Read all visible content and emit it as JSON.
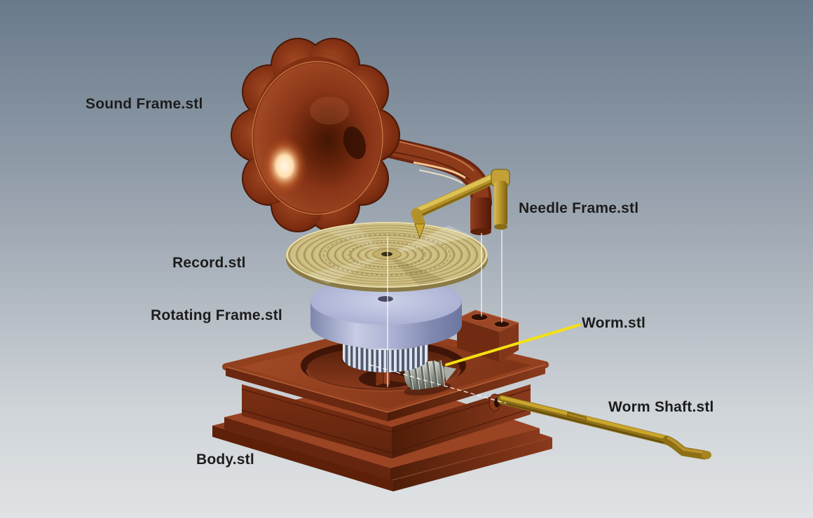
{
  "labels": {
    "sound_frame": "Sound Frame.stl",
    "needle_frame": "Needle Frame.stl",
    "record": "Record.stl",
    "rotating_frame": "Rotating Frame.stl",
    "worm": "Worm.stl",
    "worm_shaft": "Worm Shaft.stl",
    "body": "Body.stl"
  },
  "colors": {
    "label_text": "#1c1c1c",
    "leader_line_yellow": "#f4e112",
    "alignment_line_white": "#ffffff",
    "horn_copper": "#8a3518",
    "record_gold": "#c9b97a",
    "rotating_frame_lavender": "#aab0d4",
    "body_brown": "#8a3a1c",
    "worm_silver": "#9aa096",
    "shaft_gold": "#a8861e",
    "background_top": "#6a7a8b",
    "background_bottom": "#e0e3e5"
  }
}
